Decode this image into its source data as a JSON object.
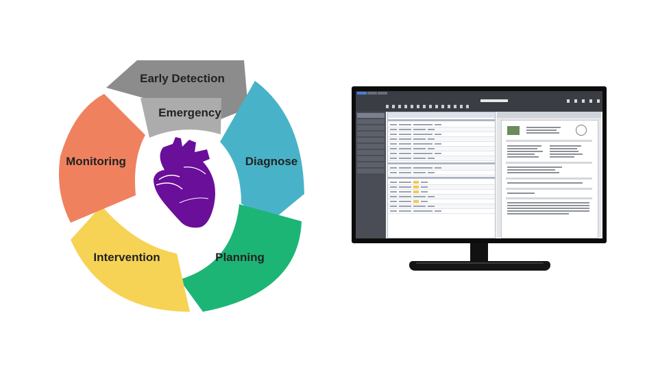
{
  "cycle": {
    "segments": [
      {
        "label": "Early Detection",
        "color": "#8c8c8c"
      },
      {
        "label": "Emergency",
        "color": "#acacac"
      },
      {
        "label": "Diagnose",
        "color": "#48b3c8"
      },
      {
        "label": "Planning",
        "color": "#1cb576"
      },
      {
        "label": "Intervention",
        "color": "#f6d355"
      },
      {
        "label": "Monitoring",
        "color": "#f0815f"
      }
    ],
    "center_icon": "heart-icon",
    "heart_color": "#6a0f9a"
  },
  "monitor": {
    "screen": "hospital-record-software",
    "frame_color": "#0c0c0c"
  }
}
